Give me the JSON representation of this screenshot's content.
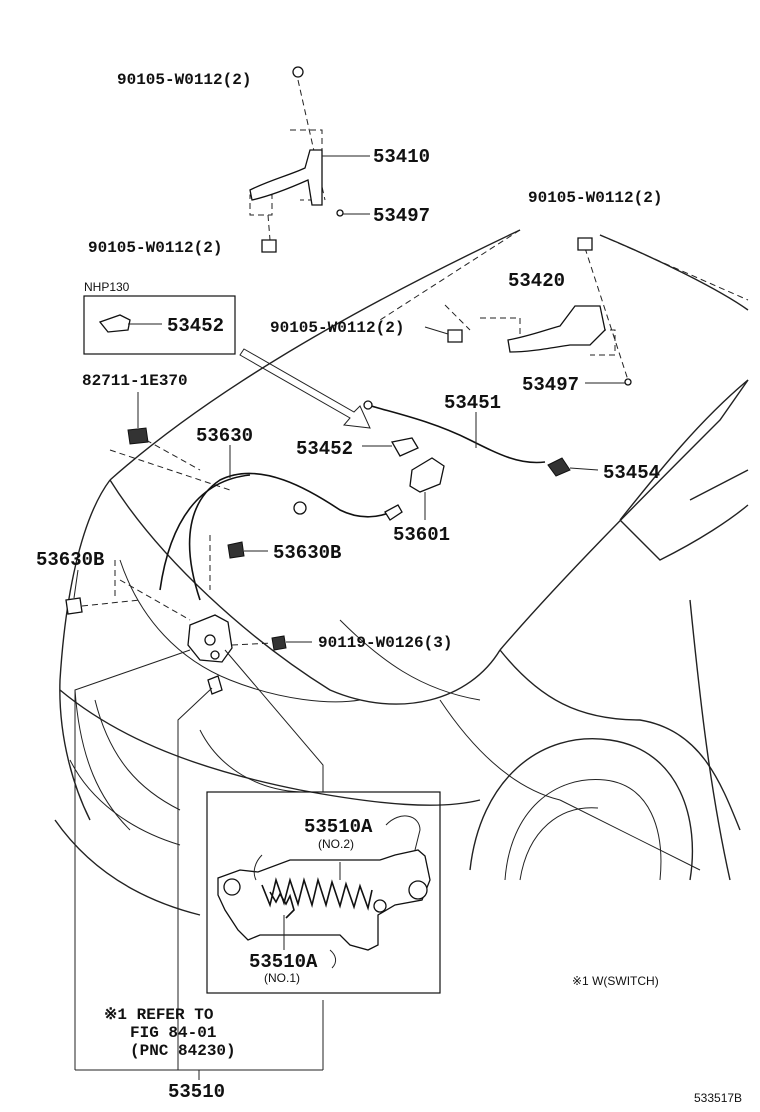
{
  "labels": {
    "bolt_top": "90105-W0112(2)",
    "hinge_left": "53410",
    "cushion_left": "53497",
    "bolt_left_lower": "90105-W0112(2)",
    "bolt_right_top": "90105-W0112(2)",
    "hinge_right": "53420",
    "bolt_right_mid": "90105-W0112(2)",
    "cushion_right": "53497",
    "variant": "NHP130",
    "clamp_box": "53452",
    "grommet": "82711-1E370",
    "cable": "53630",
    "clamp": "53452",
    "support_rod": "53451",
    "rod_holder": "53454",
    "lever": "53601",
    "clip_mid": "53630B",
    "clip_left": "53630B",
    "bolt_lock": "90119-W0126(3)",
    "spring_no2": "53510A",
    "spring_no2_sub": "(NO.2)",
    "spring_no1": "53510A",
    "spring_no1_sub": "(NO.1)",
    "refer_line1": "※1 REFER TO",
    "refer_line2": "FIG 84-01",
    "refer_line3": "(PNC 84230)",
    "lock_assy": "53510",
    "note": "※1 W(SWITCH)",
    "figure_code": "533517B"
  }
}
